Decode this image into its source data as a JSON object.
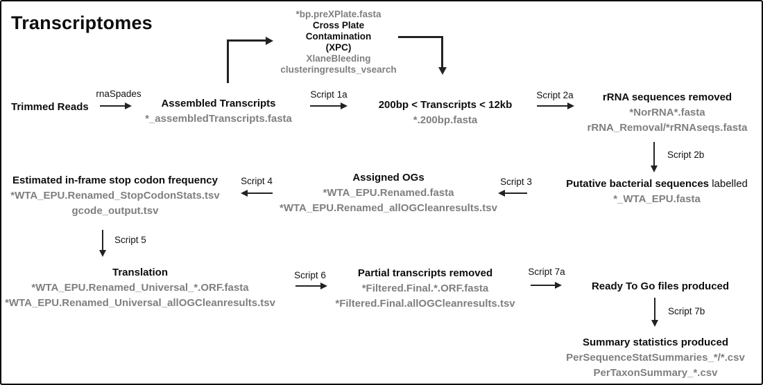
{
  "title": "Transcriptomes",
  "colors": {
    "text": "#0d0d0d",
    "muted_file_text": "#7f7f7f",
    "arrow": "#222222",
    "background": "#ffffff",
    "border": "#000000"
  },
  "nodes": {
    "trimmed_reads": {
      "label": "Trimmed Reads"
    },
    "xpc": {
      "file_above": "*bp.preXPlate.fasta",
      "title_lines": [
        "Cross Plate",
        "Contamination",
        "(XPC)"
      ],
      "files_below": [
        "XlaneBleeding",
        "clusteringresults_vsearch"
      ]
    },
    "assembled": {
      "label": "Assembled Transcripts",
      "files": [
        "*_assembledTranscripts.fasta"
      ]
    },
    "size_filter": {
      "label": "200bp < Transcripts < 12kb",
      "files": [
        "*.200bp.fasta"
      ]
    },
    "rrna_removed": {
      "label": "rRNA sequences removed",
      "files": [
        "*NorRNA*.fasta",
        "rRNA_Removal/*rRNAseqs.fasta"
      ]
    },
    "putative_bacterial": {
      "label_bold": "Putative bacterial sequences ",
      "label_regular": "labelled",
      "files": [
        "*_WTA_EPU.fasta"
      ]
    },
    "assigned_ogs": {
      "label": "Assigned OGs",
      "files": [
        "*WTA_EPU.Renamed.fasta",
        "*WTA_EPU.Renamed_allOGCleanresults.tsv"
      ]
    },
    "stop_codon": {
      "label": "Estimated in-frame stop codon frequency",
      "files": [
        "*WTA_EPU.Renamed_StopCodonStats.tsv",
        "gcode_output.tsv"
      ]
    },
    "translation": {
      "label": "Translation",
      "files": [
        "*WTA_EPU.Renamed_Universal_*.ORF.fasta",
        "*WTA_EPU.Renamed_Universal_allOGCleanresults.tsv"
      ]
    },
    "partial_removed": {
      "label": "Partial transcripts removed",
      "files": [
        "*Filtered.Final.*.ORF.fasta",
        "*Filtered.Final.allOGCleanresults.tsv"
      ]
    },
    "ready_to_go": {
      "label": "Ready To Go files produced"
    },
    "summary": {
      "label": "Summary statistics produced",
      "files": [
        "PerSequenceStatSummaries_*/*.csv",
        "PerTaxonSummary_*.csv"
      ]
    }
  },
  "edges": {
    "rnaspades": "rnaSpades",
    "script_1a": "Script 1a",
    "script_2a": "Script 2a",
    "script_2b": "Script 2b",
    "script_3": "Script 3",
    "script_4": "Script 4",
    "script_5": "Script 5",
    "script_6": "Script 6",
    "script_7a": "Script 7a",
    "script_7b": "Script 7b"
  }
}
